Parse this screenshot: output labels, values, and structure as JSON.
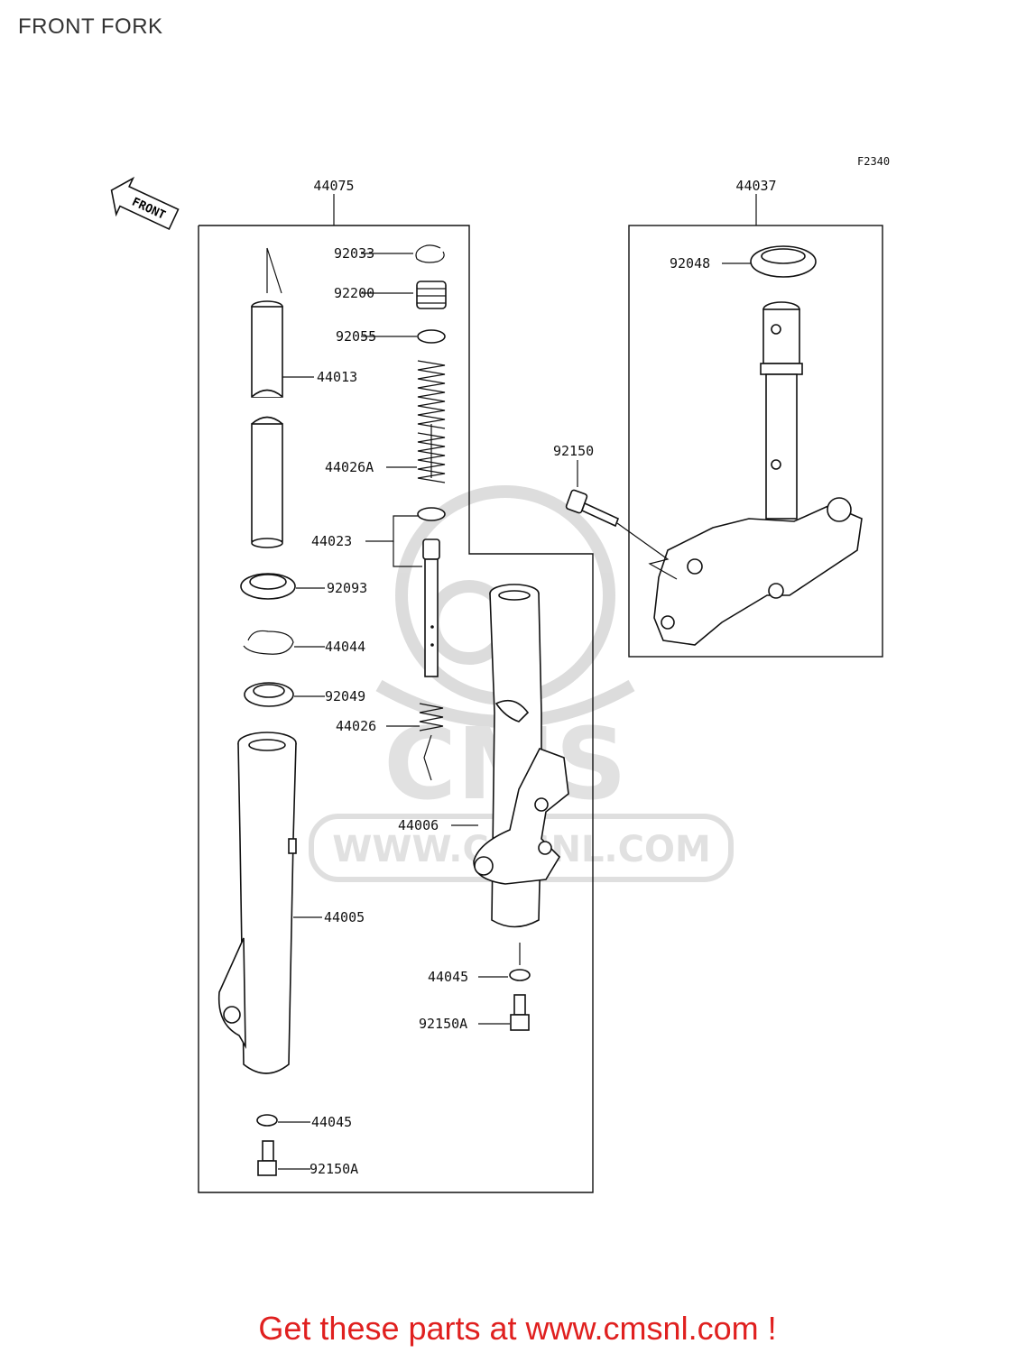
{
  "page": {
    "title": "FRONT FORK"
  },
  "figure": {
    "code": "F2340",
    "front_arrow": "FRONT"
  },
  "groups": {
    "left": "44075",
    "right": "44037"
  },
  "labels": {
    "p92033": "92033",
    "p92200": "92200",
    "p92055": "92055",
    "p44013": "44013",
    "p44026A": "44026A",
    "p44023": "44023",
    "p92093": "92093",
    "p44044": "44044",
    "p92049": "92049",
    "p44026": "44026",
    "p44006": "44006",
    "p44005": "44005",
    "p44045a": "44045",
    "p92150Aa": "92150A",
    "p44045b": "44045",
    "p92150Ab": "92150A",
    "p92048": "92048",
    "p92150": "92150"
  },
  "watermark": {
    "logo": "CMS",
    "url": "WWW.CMSNL.COM"
  },
  "footer": {
    "cta": "Get these parts at www.cmsnl.com !",
    "color": "#e0201f"
  }
}
